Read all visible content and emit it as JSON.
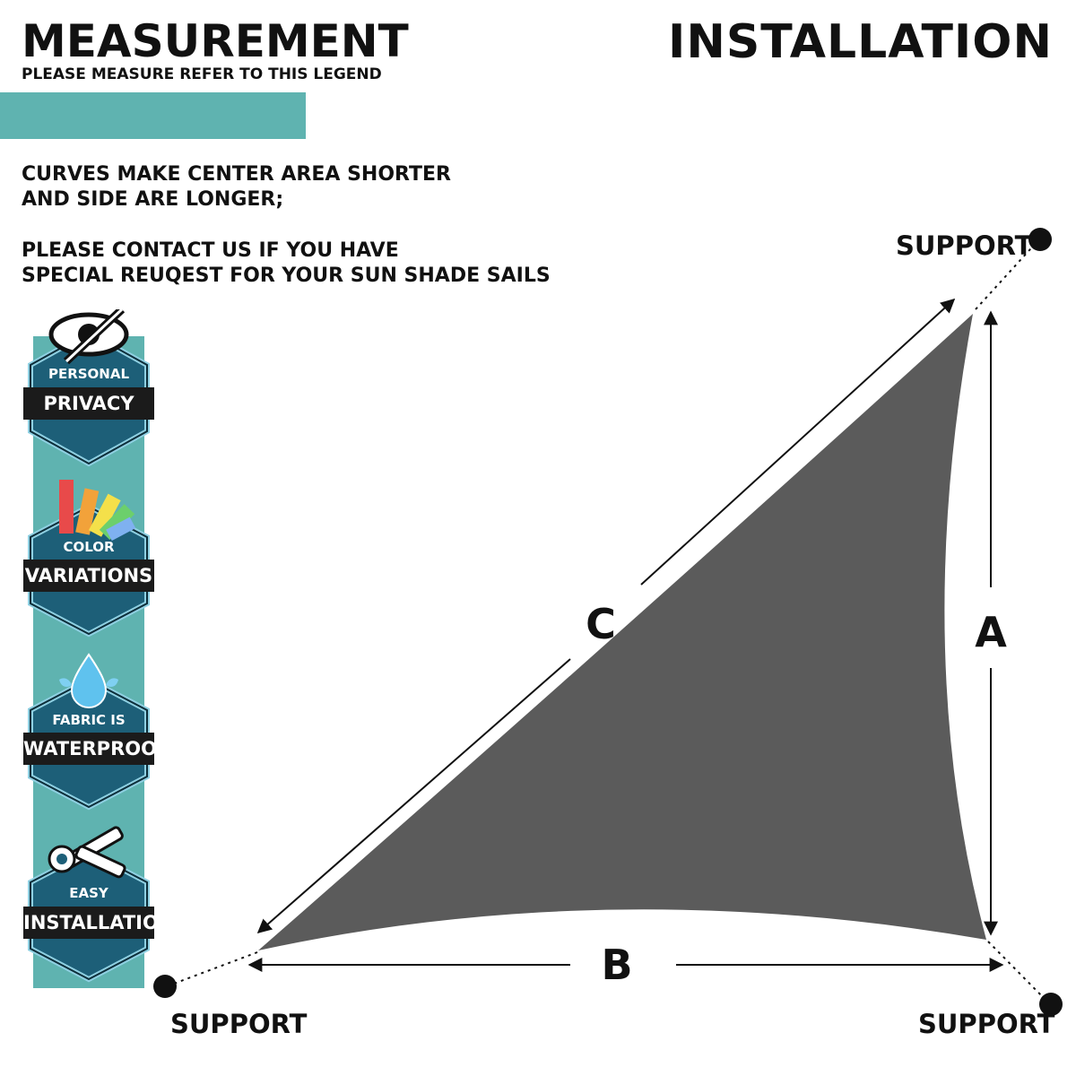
{
  "left_panel": {
    "title": "MEASUREMENT",
    "subtitle": "PLEASE MEASURE REFER TO THIS LEGEND",
    "note_line1": "CURVES MAKE CENTER AREA SHORTER",
    "note_line2": "AND SIDE ARE LONGER;",
    "note_line3": "PLEASE CONTACT US IF YOU HAVE",
    "note_line4": "SPECIAL REUQEST FOR YOUR SUN SHADE SAILS",
    "accent_color": "#5fb3b0"
  },
  "badges": [
    {
      "small": "PERSONAL",
      "big": "PRIVACY",
      "icon": "eye-slash-icon"
    },
    {
      "small": "COLOR",
      "big": "VARIATIONS",
      "icon": "color-swatch-icon"
    },
    {
      "small": "FABRIC IS",
      "big": "WATERPROOF",
      "icon": "water-drop-icon"
    },
    {
      "small": "EASY",
      "big": "INSTALLATION",
      "icon": "wrench-icon"
    }
  ],
  "diagram": {
    "title": "INSTALLATION",
    "side_a": "A",
    "side_b": "B",
    "side_c": "C",
    "support_top": "SUPPORT",
    "support_left": "SUPPORT",
    "support_right": "SUPPORT",
    "sail_color": "#5b5b5b"
  }
}
